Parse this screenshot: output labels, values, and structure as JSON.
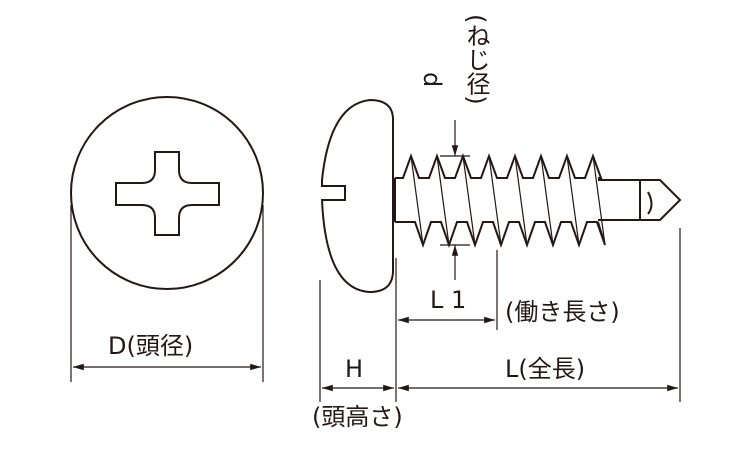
{
  "labels": {
    "d": "d",
    "thread_diameter": "(ねじ径)",
    "l1": "L 1",
    "working_length": "(働き長さ)",
    "head_diameter": "D(頭径)",
    "h": "H",
    "head_height": "(頭高さ)",
    "total_length": "L(全長)"
  },
  "colors": {
    "line": "#231815",
    "background": "#ffffff"
  }
}
